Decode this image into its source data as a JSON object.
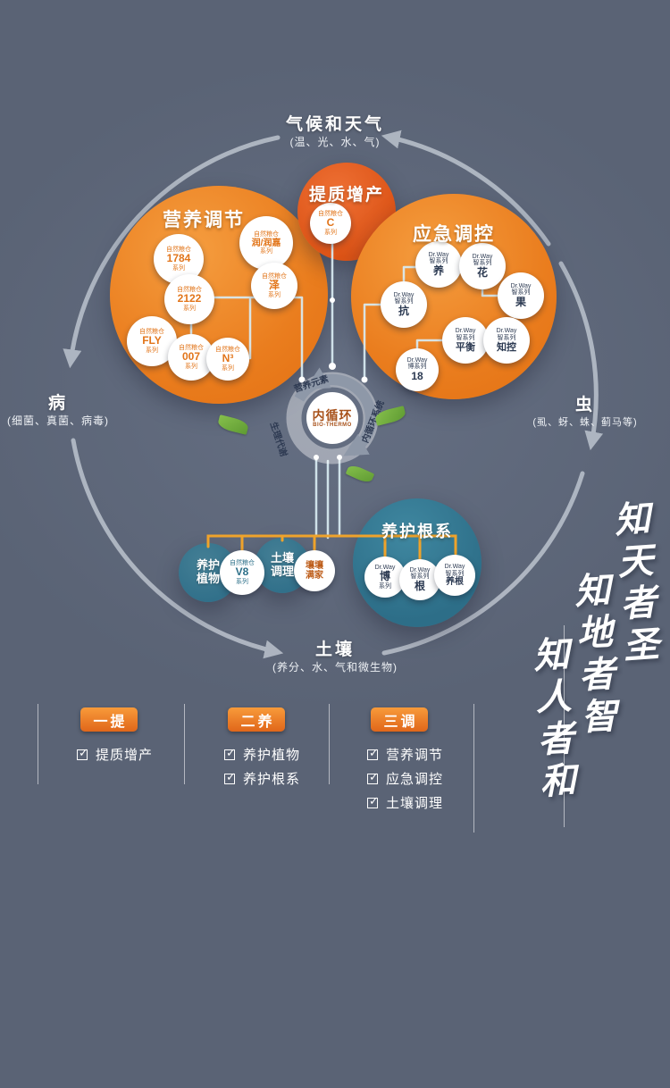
{
  "background": {
    "color": "#5a6375"
  },
  "cycle": {
    "top": {
      "title": "气候和天气",
      "subtitle": "(温、光、水、气)"
    },
    "left": {
      "title": "病",
      "subtitle": "(细菌、真菌、病毒)"
    },
    "right": {
      "title": "虫",
      "subtitle": "(虱、蚜、蛛、蓟马等)"
    },
    "bottom": {
      "title": "土壤",
      "subtitle": "(养分、水、气和微生物)"
    }
  },
  "center": {
    "title": "内循环",
    "subtitle": "BIO-THERMO",
    "ring_labels": {
      "top": "营养元素",
      "left": "生理代谢",
      "right": "内循环系统"
    }
  },
  "groups": {
    "nutrition": {
      "title": "营养调节",
      "products": [
        {
          "top": "自然粮仓",
          "big": "1784",
          "bot": "系列"
        },
        {
          "top": "自然粮仓",
          "big": "润/润嘉",
          "bot": "系列"
        },
        {
          "top": "自然粮仓",
          "big": "2122",
          "bot": "系列"
        },
        {
          "top": "自然粮仓",
          "big": "泽",
          "bot": "系列"
        },
        {
          "top": "自然粮仓",
          "big": "FLY",
          "bot": "系列"
        },
        {
          "top": "自然粮仓",
          "big": "007",
          "bot": "系列"
        },
        {
          "top": "自然粮仓",
          "big": "N³",
          "bot": "系列"
        }
      ]
    },
    "quality": {
      "title": "提质增产",
      "products": [
        {
          "top": "自然粮仓",
          "big": "C",
          "bot": "系列"
        }
      ]
    },
    "emergency": {
      "title": "应急调控",
      "products": [
        {
          "top": "Dr.Way",
          "mid": "智系列",
          "big": "养"
        },
        {
          "top": "Dr.Way",
          "mid": "智系列",
          "big": "花"
        },
        {
          "top": "Dr.Way",
          "mid": "智系列",
          "big": "果"
        },
        {
          "top": "Dr.Way",
          "mid": "智系列",
          "big": "抗"
        },
        {
          "top": "Dr.Way",
          "mid": "智系列",
          "big": "平衡"
        },
        {
          "top": "Dr.Way",
          "mid": "智系列",
          "big": "知控"
        },
        {
          "top": "Dr.Way",
          "mid": "博系列",
          "big": "18"
        }
      ]
    },
    "plant": {
      "title": "养护植物",
      "title_lines": [
        "养护",
        "植物"
      ],
      "products": [
        {
          "top": "自然粮仓",
          "big": "V8",
          "bot": "系列"
        }
      ]
    },
    "soil": {
      "title": "土壤调理",
      "title_lines": [
        "土壤",
        "调理"
      ],
      "products": [
        {
          "big": "壤壤满家"
        }
      ]
    },
    "root": {
      "title": "养护根系",
      "products": [
        {
          "top": "Dr.Way",
          "big": "博",
          "bot": "系列"
        },
        {
          "top": "Dr.Way",
          "mid": "智系列",
          "big": "根"
        },
        {
          "top": "Dr.Way",
          "mid": "智系列",
          "big": "养根"
        }
      ]
    }
  },
  "legend": {
    "sections": [
      {
        "label": "一提",
        "items": [
          "提质增产"
        ]
      },
      {
        "label": "二养",
        "items": [
          "养护植物",
          "养护根系"
        ]
      },
      {
        "label": "三调",
        "items": [
          "营养调节",
          "应急调控",
          "土壤调理"
        ]
      }
    ]
  },
  "calligraphy": {
    "lines": [
      "知天者圣",
      "知地者智",
      "知人者和"
    ]
  },
  "colors": {
    "orange": "#ea7d1e",
    "orange_deep": "#dc5316",
    "teal": "#31708a",
    "yellow_line": "#efa32b",
    "arc_gray": "#b9c0cb",
    "circuit_line": "#d9ecf3"
  }
}
